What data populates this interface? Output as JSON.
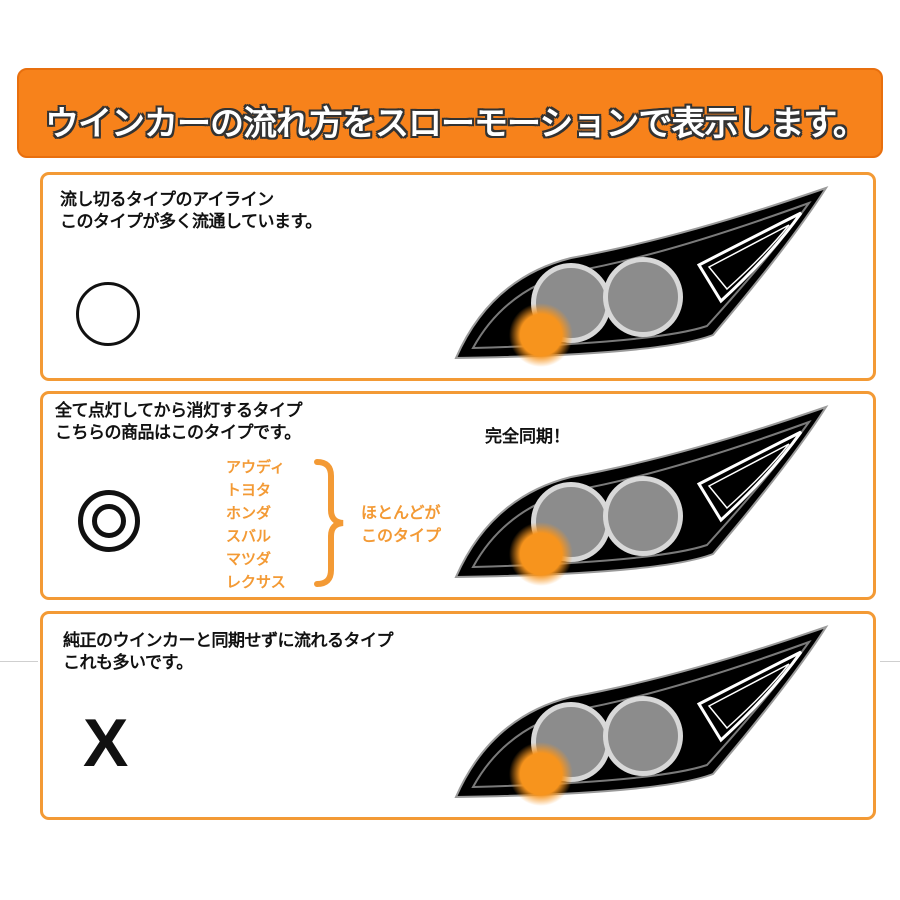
{
  "header": {
    "title": "ウインカーの流れ方をスローモーションで表示します。"
  },
  "panels": [
    {
      "line1": "流し切るタイプのアイライン",
      "line2": "このタイプが多く流通しています。",
      "symbol": "circle"
    },
    {
      "line1": "全て点灯してから消灯するタイプ",
      "line2": "こちらの商品はこのタイプです。",
      "symbol": "double-circle",
      "brands": [
        "アウディ",
        "トヨタ",
        "ホンダ",
        "スバル",
        "マツダ",
        "レクサス"
      ],
      "note_line1": "ほとんどが",
      "note_line2": "このタイプ",
      "sync_label": "完全同期！"
    },
    {
      "line1": "純正のウインカーと同期せずに流れるタイプ",
      "line2": "これも多いです。",
      "symbol": "X"
    }
  ],
  "colors": {
    "accent": "#f39a35",
    "header": "#f7821b",
    "lamp_body": "#000000",
    "lens": "#8c8c8c",
    "turn_signal": "#f7941d"
  }
}
